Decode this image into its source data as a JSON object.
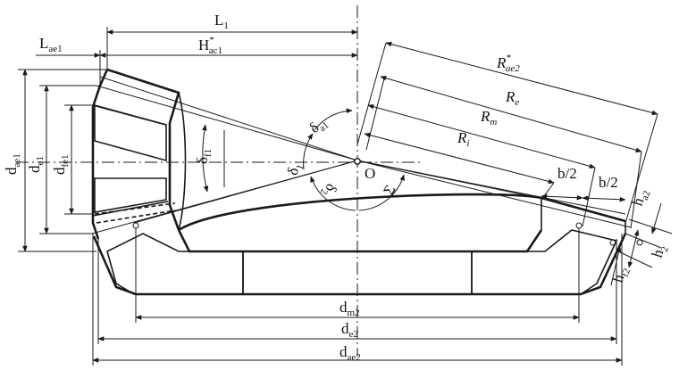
{
  "origin_label": "O",
  "labels": {
    "L1": {
      "main": "L",
      "sub": "1",
      "sup": ""
    },
    "Lae1": {
      "main": "L",
      "sub": "ae1",
      "sup": ""
    },
    "Hac1": {
      "main": "H",
      "sub": "ac1",
      "sup": "*"
    },
    "Rae2": {
      "main": "R",
      "sub": "ae2",
      "sup": "*"
    },
    "Re": {
      "main": "R",
      "sub": "e",
      "sup": ""
    },
    "Rm": {
      "main": "R",
      "sub": "m",
      "sup": ""
    },
    "Ri": {
      "main": "R",
      "sub": "i",
      "sup": ""
    },
    "b_half_1": "b/2",
    "b_half_2": "b/2",
    "ha2": {
      "main": "h",
      "sub": "a2"
    },
    "h2": {
      "main": "h",
      "sub": "2"
    },
    "hf2": {
      "main": "h",
      "sub": "f2"
    },
    "dae1": {
      "main": "d",
      "sub": "ae1"
    },
    "de1": {
      "main": "d",
      "sub": "e1"
    },
    "dfe1": {
      "main": "d",
      "sub": "fe1"
    },
    "df1": {
      "main": "δ",
      "sub": "f1"
    },
    "delta1": {
      "main": "δ",
      "sub": "1"
    },
    "deltaa1": {
      "main": "δ",
      "sub": "a1"
    },
    "delta2": {
      "main": "δ",
      "sub": "2"
    },
    "sigma": "Σ",
    "dm2": {
      "main": "d",
      "sub": "m2"
    },
    "de2": {
      "main": "d",
      "sub": "e2"
    },
    "dae2": {
      "main": "d",
      "sub": "ae2"
    }
  }
}
